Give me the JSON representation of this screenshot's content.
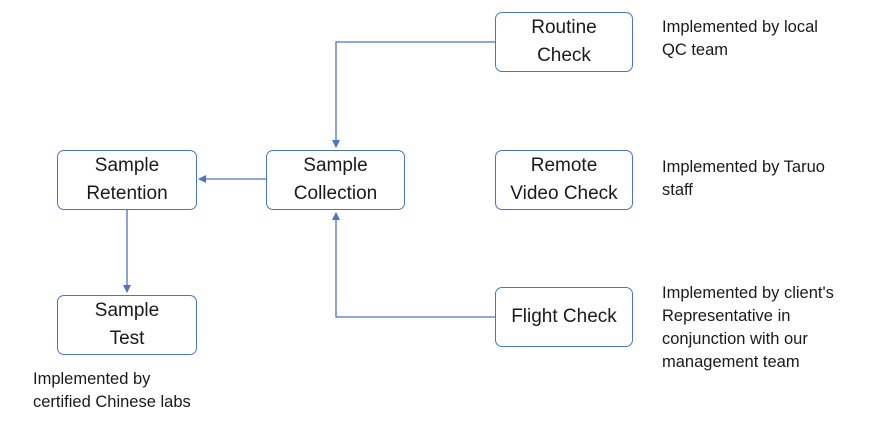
{
  "nodes": {
    "routine_check": [
      "Routine",
      "Check"
    ],
    "remote_video_check": [
      "Remote",
      "Video Check"
    ],
    "flight_check": [
      "Flight Check"
    ],
    "sample_collection": [
      "Sample",
      "Collection"
    ],
    "sample_retention": [
      "Sample",
      "Retention"
    ],
    "sample_test": [
      "Sample",
      "Test"
    ]
  },
  "notes": {
    "routine_check": [
      "Implemented by local",
      "QC team"
    ],
    "remote_video_check": [
      "Implemented by Taruo",
      "staff"
    ],
    "flight_check": [
      "Implemented by client's",
      "Representative in",
      "conjunction with our",
      "management team"
    ],
    "sample_test": [
      "Implemented by",
      "certified Chinese labs"
    ]
  },
  "colors": {
    "edge": "#4a74c9",
    "node_border": "#4a74c9"
  }
}
